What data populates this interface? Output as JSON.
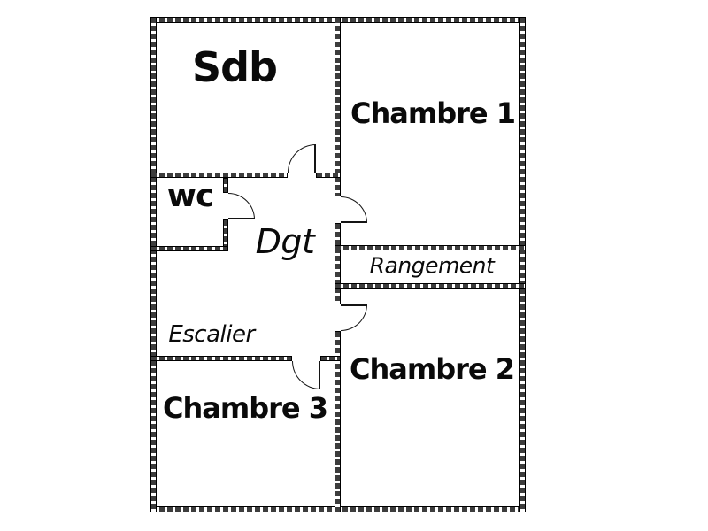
{
  "rooms": {
    "sdb": {
      "label": "Sdb"
    },
    "chambre_1": {
      "label": "Chambre 1"
    },
    "wc": {
      "label": "wc"
    },
    "dgt": {
      "label": "Dgt"
    },
    "rangement": {
      "label": "Rangement"
    },
    "escalier": {
      "label": "Escalier"
    },
    "chambre_2": {
      "label": "Chambre 2"
    },
    "chambre_3": {
      "label": "Chambre 3"
    }
  },
  "colors": {
    "background": "#ffffff",
    "wall_outline": "#000000",
    "wall_hatch": "#3d3d3d",
    "door_line": "#141414",
    "text": "#0a0a0a"
  }
}
